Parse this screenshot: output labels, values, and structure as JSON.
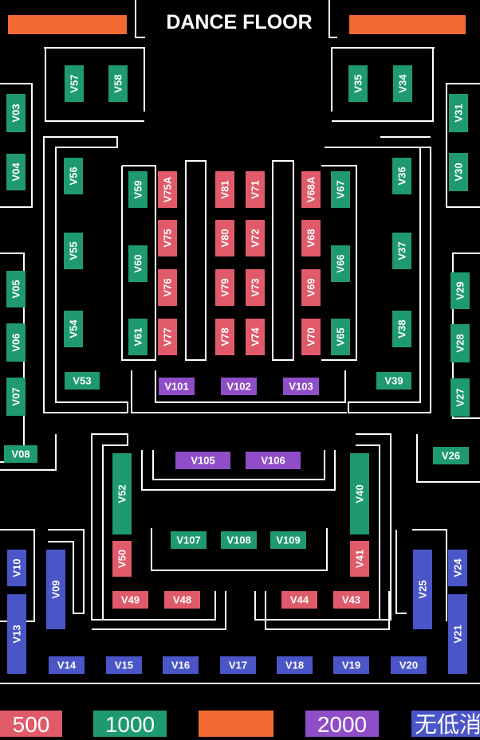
{
  "title": "DANCE FLOOR",
  "colors": {
    "500": "#e05a6a",
    "1000": "#1e9a6e",
    "2000": "#8f4ec7",
    "none": "#4a56c8",
    "orange": "#f46a35",
    "background": "#000000"
  },
  "legend": [
    {
      "label": "500",
      "color": "500"
    },
    {
      "label": "1000",
      "color": "1000"
    },
    {
      "label": "",
      "color": "orange"
    },
    {
      "label": "2000",
      "color": "2000"
    },
    {
      "label": "无低消",
      "color": "none"
    }
  ],
  "tables": [
    {
      "label": "V57",
      "tier": "1000"
    },
    {
      "label": "V58",
      "tier": "1000"
    },
    {
      "label": "V35",
      "tier": "1000"
    },
    {
      "label": "V34",
      "tier": "1000"
    },
    {
      "label": "V03",
      "tier": "1000"
    },
    {
      "label": "V04",
      "tier": "1000"
    },
    {
      "label": "V05",
      "tier": "1000"
    },
    {
      "label": "V06",
      "tier": "1000"
    },
    {
      "label": "V07",
      "tier": "1000"
    },
    {
      "label": "V08",
      "tier": "1000"
    },
    {
      "label": "V31",
      "tier": "1000"
    },
    {
      "label": "V30",
      "tier": "1000"
    },
    {
      "label": "V29",
      "tier": "1000"
    },
    {
      "label": "V28",
      "tier": "1000"
    },
    {
      "label": "V27",
      "tier": "1000"
    },
    {
      "label": "V26",
      "tier": "1000"
    },
    {
      "label": "V56",
      "tier": "1000"
    },
    {
      "label": "V55",
      "tier": "1000"
    },
    {
      "label": "V54",
      "tier": "1000"
    },
    {
      "label": "V53",
      "tier": "1000"
    },
    {
      "label": "V36",
      "tier": "1000"
    },
    {
      "label": "V37",
      "tier": "1000"
    },
    {
      "label": "V38",
      "tier": "1000"
    },
    {
      "label": "V39",
      "tier": "1000"
    },
    {
      "label": "V59",
      "tier": "1000"
    },
    {
      "label": "V60",
      "tier": "1000"
    },
    {
      "label": "V61",
      "tier": "1000"
    },
    {
      "label": "V67",
      "tier": "1000"
    },
    {
      "label": "V66",
      "tier": "1000"
    },
    {
      "label": "V65",
      "tier": "1000"
    },
    {
      "label": "V75A",
      "tier": "500"
    },
    {
      "label": "V75",
      "tier": "500"
    },
    {
      "label": "V76",
      "tier": "500"
    },
    {
      "label": "V77",
      "tier": "500"
    },
    {
      "label": "V81",
      "tier": "500"
    },
    {
      "label": "V80",
      "tier": "500"
    },
    {
      "label": "V79",
      "tier": "500"
    },
    {
      "label": "V78",
      "tier": "500"
    },
    {
      "label": "V71",
      "tier": "500"
    },
    {
      "label": "V72",
      "tier": "500"
    },
    {
      "label": "V73",
      "tier": "500"
    },
    {
      "label": "V74",
      "tier": "500"
    },
    {
      "label": "V68A",
      "tier": "500"
    },
    {
      "label": "V68",
      "tier": "500"
    },
    {
      "label": "V69",
      "tier": "500"
    },
    {
      "label": "V70",
      "tier": "500"
    },
    {
      "label": "V101",
      "tier": "2000"
    },
    {
      "label": "V102",
      "tier": "2000"
    },
    {
      "label": "V103",
      "tier": "2000"
    },
    {
      "label": "V105",
      "tier": "2000"
    },
    {
      "label": "V106",
      "tier": "2000"
    },
    {
      "label": "V52",
      "tier": "1000"
    },
    {
      "label": "V40",
      "tier": "1000"
    },
    {
      "label": "V107",
      "tier": "1000"
    },
    {
      "label": "V108",
      "tier": "1000"
    },
    {
      "label": "V109",
      "tier": "1000"
    },
    {
      "label": "V50",
      "tier": "500"
    },
    {
      "label": "V41",
      "tier": "500"
    },
    {
      "label": "V49",
      "tier": "500"
    },
    {
      "label": "V48",
      "tier": "500"
    },
    {
      "label": "V44",
      "tier": "500"
    },
    {
      "label": "V43",
      "tier": "500"
    },
    {
      "label": "V10",
      "tier": "none"
    },
    {
      "label": "V09",
      "tier": "none"
    },
    {
      "label": "V13",
      "tier": "none"
    },
    {
      "label": "V25",
      "tier": "none"
    },
    {
      "label": "V24",
      "tier": "none"
    },
    {
      "label": "V21",
      "tier": "none"
    },
    {
      "label": "V14",
      "tier": "none"
    },
    {
      "label": "V15",
      "tier": "none"
    },
    {
      "label": "V16",
      "tier": "none"
    },
    {
      "label": "V17",
      "tier": "none"
    },
    {
      "label": "V18",
      "tier": "none"
    },
    {
      "label": "V19",
      "tier": "none"
    },
    {
      "label": "V20",
      "tier": "none"
    }
  ]
}
